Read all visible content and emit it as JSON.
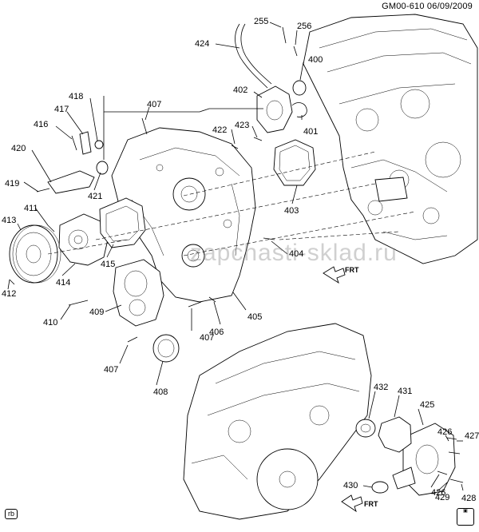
{
  "header": {
    "code_date": "GM00-610  06/09/2009"
  },
  "watermark": "zapchasti-sklad.ru",
  "corner_tag": "rb",
  "frt_labels": [
    "FRT",
    "FRT"
  ],
  "callouts": [
    {
      "id": "c255",
      "label": "255"
    },
    {
      "id": "c256",
      "label": "256"
    },
    {
      "id": "c424",
      "label": "424"
    },
    {
      "id": "c400",
      "label": "400"
    },
    {
      "id": "c418",
      "label": "418"
    },
    {
      "id": "c407a",
      "label": "407"
    },
    {
      "id": "c402",
      "label": "402"
    },
    {
      "id": "c417",
      "label": "417"
    },
    {
      "id": "c416",
      "label": "416"
    },
    {
      "id": "c422",
      "label": "422"
    },
    {
      "id": "c423",
      "label": "423"
    },
    {
      "id": "c401",
      "label": "401"
    },
    {
      "id": "c420",
      "label": "420"
    },
    {
      "id": "c419",
      "label": "419"
    },
    {
      "id": "c421",
      "label": "421"
    },
    {
      "id": "c403",
      "label": "403"
    },
    {
      "id": "c411",
      "label": "411"
    },
    {
      "id": "c413",
      "label": "413"
    },
    {
      "id": "c404",
      "label": "404"
    },
    {
      "id": "c415",
      "label": "415"
    },
    {
      "id": "c414",
      "label": "414"
    },
    {
      "id": "c412",
      "label": "412"
    },
    {
      "id": "c409",
      "label": "409"
    },
    {
      "id": "c410",
      "label": "410"
    },
    {
      "id": "c405",
      "label": "405"
    },
    {
      "id": "c406",
      "label": "406"
    },
    {
      "id": "c407b",
      "label": "407"
    },
    {
      "id": "c407c",
      "label": "407"
    },
    {
      "id": "c408",
      "label": "408"
    },
    {
      "id": "c432",
      "label": "432"
    },
    {
      "id": "c431",
      "label": "431"
    },
    {
      "id": "c425",
      "label": "425"
    },
    {
      "id": "c426a",
      "label": "426"
    },
    {
      "id": "c427",
      "label": "427"
    },
    {
      "id": "c426b",
      "label": "426"
    },
    {
      "id": "c430",
      "label": "430"
    },
    {
      "id": "c429",
      "label": "429"
    },
    {
      "id": "c428",
      "label": "428"
    }
  ]
}
